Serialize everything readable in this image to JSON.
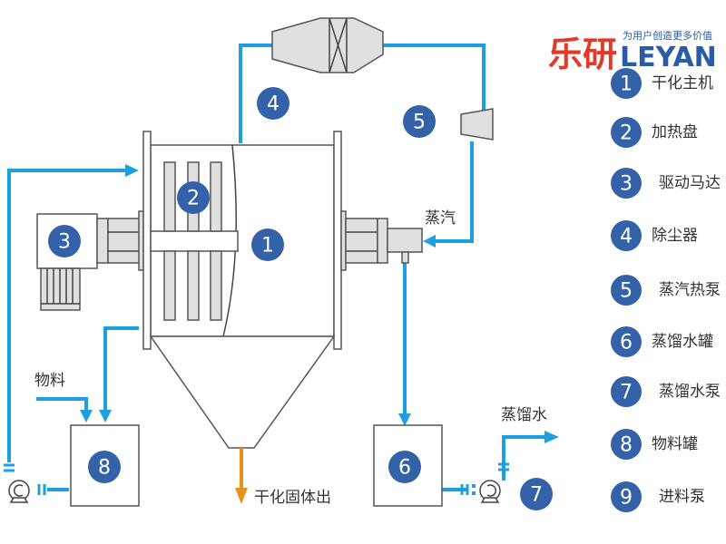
{
  "logo": {
    "chinese": "乐研",
    "english": "LEYAN",
    "slogan": "为用户创造更多价值"
  },
  "labels": {
    "steam": "蒸汽",
    "material": "物料",
    "distilled_water": "蒸馏水",
    "dry_solid_out": "干化固体出"
  },
  "badges": {
    "b1": "1",
    "b2": "2",
    "b3": "3",
    "b4": "4",
    "b5": "5",
    "b6": "6",
    "b7": "7",
    "b8": "8"
  },
  "legend": [
    {
      "num": "1",
      "text": "干化主机"
    },
    {
      "num": "2",
      "text": "加热盘"
    },
    {
      "num": "3",
      "text": "驱动马达"
    },
    {
      "num": "4",
      "text": "除尘器"
    },
    {
      "num": "5",
      "text": "蒸汽热泵"
    },
    {
      "num": "6",
      "text": "蒸馏水罐"
    },
    {
      "num": "7",
      "text": "蒸馏水泵"
    },
    {
      "num": "8",
      "text": "物料罐"
    },
    {
      "num": "9",
      "text": "进料泵"
    }
  ],
  "colors": {
    "pipe": "#1ea0e0",
    "badge": "#3462a8",
    "solid_output": "#e8901a",
    "logo_red": "#e23a2a",
    "logo_blue": "#2a5ba6"
  }
}
